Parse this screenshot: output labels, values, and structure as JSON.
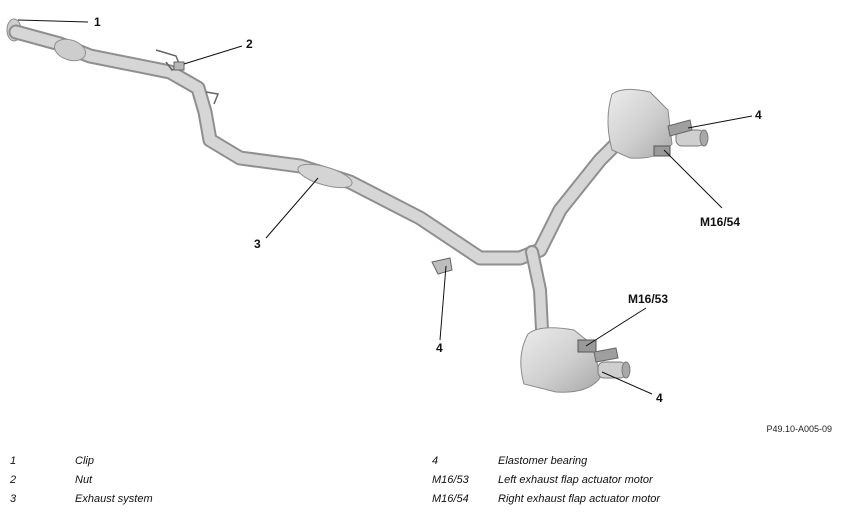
{
  "callouts": {
    "c1": "1",
    "c2": "2",
    "c3": "3",
    "c4a": "4",
    "c4b": "4",
    "c4c": "4",
    "m16_54": "M16/54",
    "m16_53": "M16/53"
  },
  "doc_ref": "P49.10-A005-09",
  "legend": [
    {
      "code": "1",
      "label": "Clip"
    },
    {
      "code": "2",
      "label": "Nut"
    },
    {
      "code": "3",
      "label": "Exhaust system"
    },
    {
      "code": "4",
      "label": "Elastomer bearing"
    },
    {
      "code": "M16/53",
      "label": "Left exhaust flap actuator motor"
    },
    {
      "code": "M16/54",
      "label": "Right exhaust flap actuator motor"
    }
  ]
}
